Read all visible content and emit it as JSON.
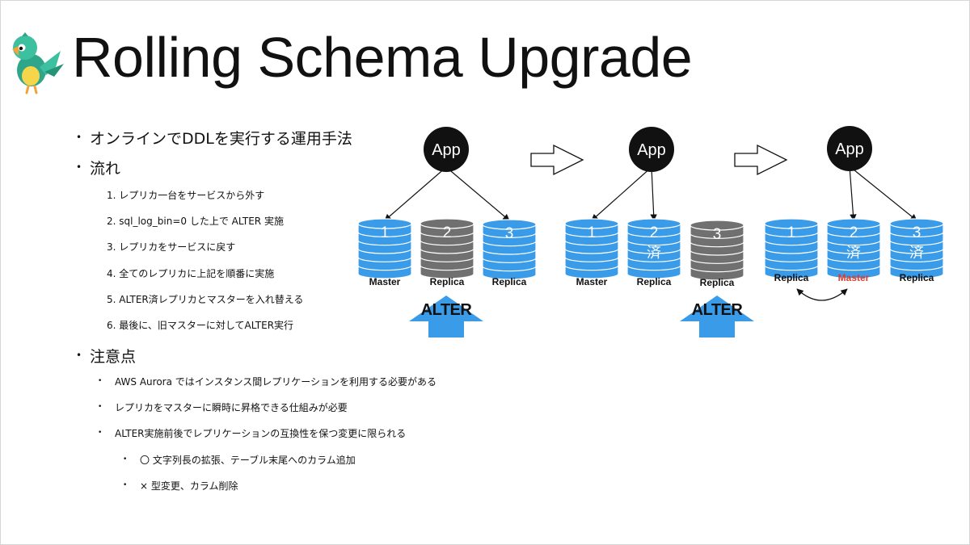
{
  "slide": {
    "title": "Rolling Schema Upgrade",
    "bullets": {
      "b1": "オンラインでDDLを実行する運用手法",
      "b2": "流れ",
      "steps": [
        "1.  レプリカ一台をサービスから外す",
        "2.  sql_log_bin=0 した上で ALTER 実施",
        "3.  レプリカをサービスに戻す",
        "4.  全てのレプリカに上記を順番に実施",
        "5.  ALTER済レプリカとマスターを入れ替える",
        "6.  最後に、旧マスターに対してALTER実行"
      ],
      "b3": "注意点",
      "notes": [
        "AWS Aurora ではインスタンス間レプリケーションを利用する必要がある",
        "レプリカをマスターに瞬時に昇格できる仕組みが必要",
        "ALTER実施前後でレプリケーションの互換性を保つ変更に限られる"
      ],
      "subnotes": [
        "〇 文字列長の拡張、テーブル末尾へのカラム追加",
        "× 型変更、カラム削除"
      ]
    }
  },
  "diagram": {
    "app_label": "App",
    "done_mark": "済",
    "alter_label": "ALTER",
    "colors": {
      "blue": "#3a9be8",
      "gray": "#707070",
      "red": "#e03b2b",
      "arrow_blue": "#3a9be8"
    },
    "panels": [
      {
        "dbs": [
          {
            "num": "1",
            "role": "Master",
            "color": "blue",
            "done": false
          },
          {
            "num": "2",
            "role": "Replica",
            "color": "gray",
            "done": false
          },
          {
            "num": "3",
            "role": "Replica",
            "color": "blue",
            "done": false
          }
        ]
      },
      {
        "dbs": [
          {
            "num": "1",
            "role": "Master",
            "color": "blue",
            "done": false
          },
          {
            "num": "2",
            "role": "Replica",
            "color": "blue",
            "done": true
          },
          {
            "num": "3",
            "role": "Replica",
            "color": "gray",
            "done": false
          }
        ]
      },
      {
        "dbs": [
          {
            "num": "1",
            "role": "Replica",
            "color": "blue",
            "done": false
          },
          {
            "num": "2",
            "role": "Master",
            "color": "blue",
            "done": true,
            "highlight": true
          },
          {
            "num": "3",
            "role": "Replica",
            "color": "blue",
            "done": true
          }
        ]
      }
    ]
  }
}
